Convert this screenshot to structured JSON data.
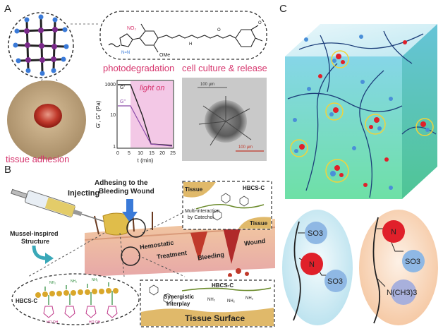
{
  "panels": {
    "a": {
      "letter": "A",
      "label_photodegradation": "photodegradation",
      "label_cell_culture": "cell culture & release",
      "label_tissue_adhesion": "tissue adhesion",
      "chart": {
        "ylabel": "G', G'' (Pa)",
        "xlabel": "t (min)",
        "light_label": "light on",
        "series_g_label": "G'",
        "series_g2_label": "G''",
        "y_ticks": [
          "1000",
          "10",
          "1"
        ],
        "x_ticks": [
          "0",
          "5",
          "10",
          "15",
          "20",
          "25"
        ]
      },
      "scale_top": "100 µm",
      "scale_bottom": "100 µm"
    },
    "b": {
      "letter": "B",
      "injecting": "Injecting",
      "adhering_line1": "Adhesing to the",
      "adhering_line2": "Bleeding Wound",
      "mussel_line1": "Mussel-inspired",
      "mussel_line2": "Structure",
      "hbcs_left": "HBCS-C",
      "hbcs_top": "HBCS-C",
      "hbcs_mid": "HBCS-C",
      "tissue_top_left": "Tissue",
      "tissue_top_right": "Tissue",
      "multi_line1": "Multi-interaction",
      "multi_line2": "by Catechol",
      "hemostatic": "Hemostatic",
      "treatment": "Treatment",
      "bleeding": "Bleeding",
      "wound": "Wound",
      "synergistic_line1": "Synergistic",
      "synergistic_line2": "Interplay",
      "tissue_surface": "Tissue Surface"
    },
    "c": {
      "letter": "C",
      "left_so3_top": "SO3",
      "left_n": "N",
      "left_so3_bottom": "SO3",
      "right_n": "N",
      "right_so3": "SO3",
      "right_nme3": "N(CH3)3"
    }
  },
  "colors": {
    "pink": "#d6336c",
    "cube_front_top": "#7fd3e6",
    "cube_front_bottom": "#6fe0a8",
    "red_ball": "#e0202a",
    "blue_ball": "#4a8fd8",
    "yellow_ring": "#f2d33a"
  }
}
